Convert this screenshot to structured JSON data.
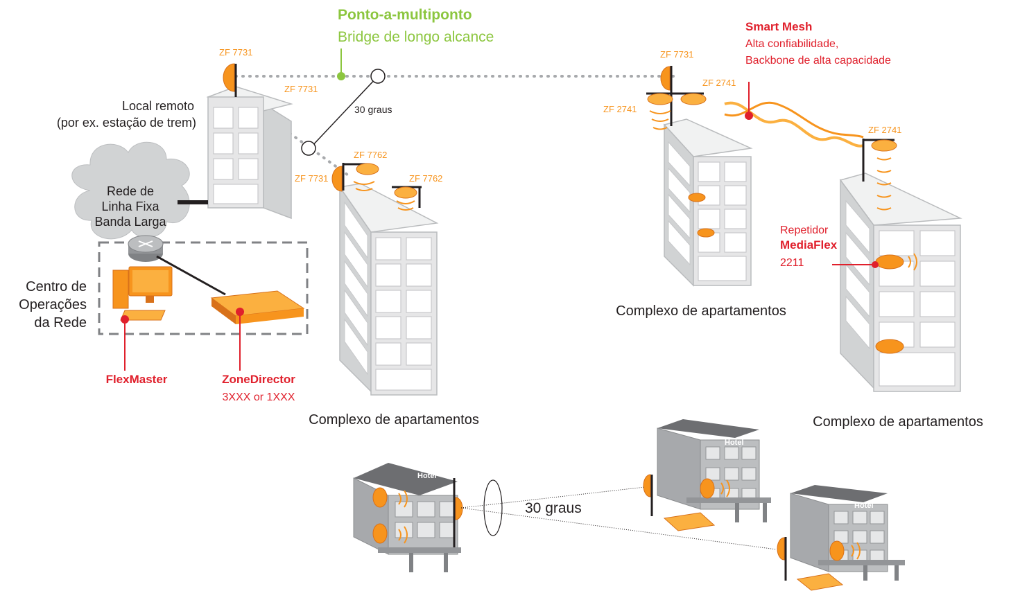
{
  "header": {
    "p2mp_title": "Ponto-a-multiponto",
    "p2mp_sub": "Bridge de longo alcance"
  },
  "smart_mesh": {
    "title": "Smart Mesh",
    "line1": "Alta confiabilidade,",
    "line2": "Backbone de alta capacidade"
  },
  "ap_labels": {
    "zf7731_a": "ZF 7731",
    "zf7731_b": "ZF 7731",
    "zf7731_c": "ZF 7731",
    "zf7731_d": "ZF 7731",
    "zf7762_a": "ZF 7762",
    "zf7762_b": "ZF 7762",
    "zf2741_a": "ZF 2741",
    "zf2741_b": "ZF 2741",
    "zf2741_c": "ZF 2741"
  },
  "angle_top": "30 graus",
  "angle_bottom": "30 graus",
  "remote_site": {
    "line1": "Local remoto",
    "line2": "(por ex. estação de trem)"
  },
  "cloud": {
    "line1": "Rede de",
    "line2": "Linha Fixa",
    "line3": "Banda Larga"
  },
  "noc": {
    "line1": "Centro de",
    "line2": "Operações",
    "line3": "da Rede"
  },
  "flexmaster": "FlexMaster",
  "zonedirector": {
    "title": "ZoneDirector",
    "model": "3XXX or 1XXX"
  },
  "apartments": {
    "left": "Complexo de apartamentos",
    "middle": "Complexo de apartamentos",
    "right": "Complexo de apartamentos"
  },
  "repeater": {
    "line1": "Repetidor",
    "line2": "MediaFlex",
    "line3": "2211"
  },
  "hotel_signs": [
    "Hotel",
    "Hotel",
    "Hotel"
  ],
  "colors": {
    "orange": "#f7941d",
    "red": "#e0202c",
    "green": "#8cc63f",
    "building": "#e6e6e7"
  }
}
